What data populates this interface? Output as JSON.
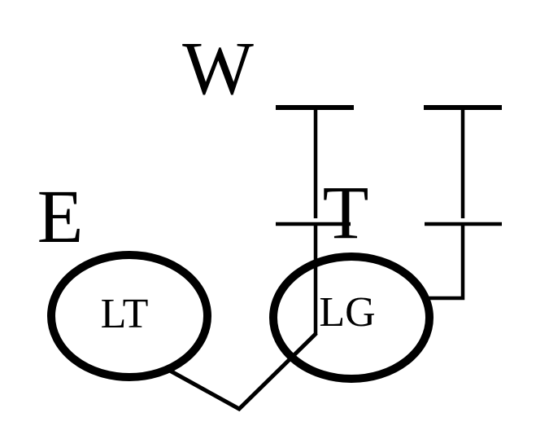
{
  "diagram": {
    "background_color": "#ffffff",
    "line_color": "#000000",
    "labels": {
      "top": "W",
      "left": "E",
      "middle": "T",
      "node_left": "LT",
      "node_right": "LG"
    }
  }
}
